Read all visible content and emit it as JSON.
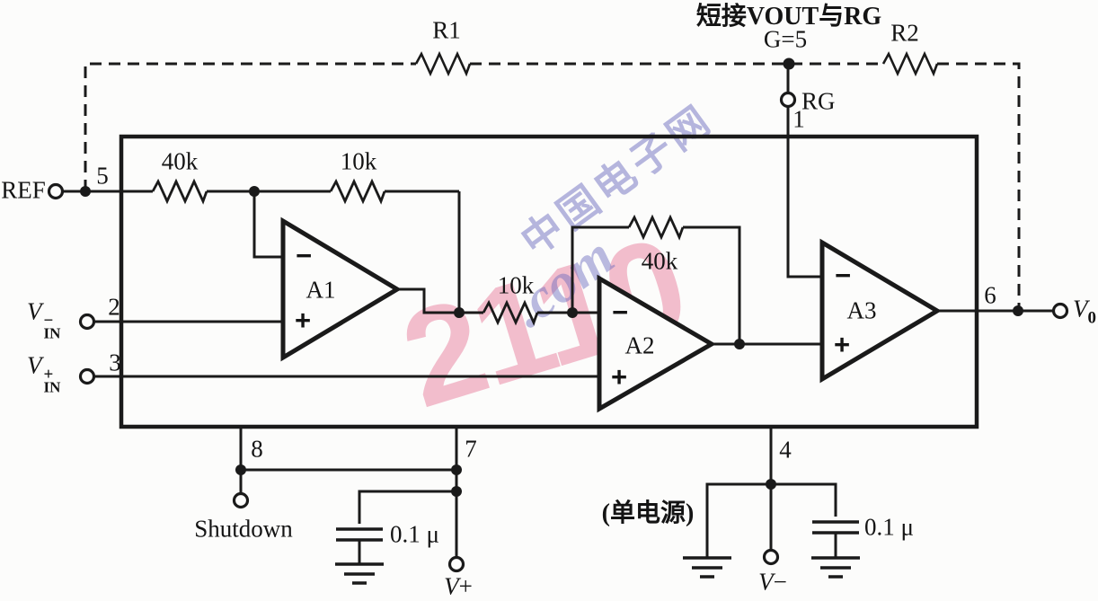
{
  "note_top": "短接VOUT与RG",
  "gain": "G=5",
  "watermark": {
    "big": "2110",
    "cn": "中国电子网",
    "com": ".com"
  },
  "resistors": {
    "r1": "R1",
    "r2": "R2",
    "r40k_1": "40k",
    "r10k_1": "10k",
    "r10k_2": "10k",
    "r40k_2": "40k"
  },
  "opamps": {
    "a1": "A1",
    "a2": "A2",
    "a3": "A3",
    "minus": "−",
    "plus": "+"
  },
  "pins": {
    "p1": "1",
    "p2": "2",
    "p3": "3",
    "p4": "4",
    "p5": "5",
    "p6": "6",
    "p7": "7",
    "p8": "8"
  },
  "terminals": {
    "ref": "REF",
    "rg": "RG",
    "shutdown": "Shutdown",
    "vin_minus": {
      "v": "V",
      "sub": "IN",
      "sup": "−"
    },
    "vin_plus": {
      "v": "V",
      "sub": "IN",
      "sup": "+"
    },
    "vout": {
      "v": "V",
      "sub": "0"
    },
    "vplus": {
      "v": "V",
      "sign": "+"
    },
    "vminus": {
      "v": "V",
      "sign": "−"
    }
  },
  "capacitors": {
    "c1": "0.1 μ",
    "c2": "0.1 μ"
  },
  "notes": {
    "single_supply": "(单电源)"
  }
}
